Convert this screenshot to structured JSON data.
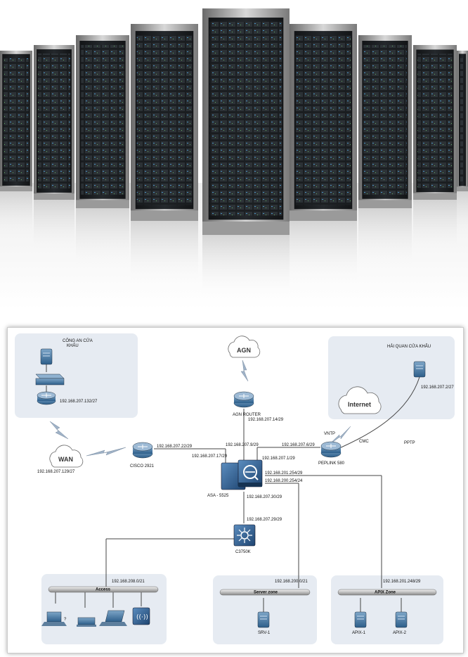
{
  "photo": {
    "subject": "server racks"
  },
  "diagram": {
    "zones": {
      "cong_an": "CÔNG AN CỬA KHẨU",
      "hai_quan": "HẢI QUAN CỬA KHẨU",
      "access": "Access",
      "server_zone": "Server zone",
      "apix_zone": "APIX Zone"
    },
    "clouds": {
      "agn": "AGN",
      "wan": "WAN",
      "internet": "Internet"
    },
    "devices": {
      "agn_router": "AGN ROUTER",
      "cisco_2921": "CISCO 2921",
      "asa": "ASA - 5525",
      "peplink": "PEPLINK 580",
      "c3750k": "C3750K",
      "srv1": "SRV-1",
      "apix1": "APIX-1",
      "apix2": "APIX-2"
    },
    "links": {
      "vntp": "VNTP",
      "cmc": "CMC",
      "pptp": "PPTP"
    },
    "ips": {
      "cong_an_router": "192.168.207.132/27",
      "wan": "192.168.207.129/27",
      "agn_router": "192.168.207.14/29",
      "hai_quan": "192.168.207.2/27",
      "cisco_out": "192.168.207.22/29",
      "asa_to_cisco": "192.168.207.17/29",
      "asa_top": "192.168.207.9/29",
      "peplink_side": "192.168.207.6/29",
      "asa_right": "192.168.207.1/29",
      "asa_apix": "192.168.201.254/29",
      "asa_server": "192.168.200.254/24",
      "asa_down": "192.168.207.30/29",
      "c3750_up": "192.168.207.29/29",
      "access_net": "192.168.208.0/21",
      "server_net": "192.168.200.0/21",
      "apix_net": "192.168.201.248/29"
    }
  }
}
